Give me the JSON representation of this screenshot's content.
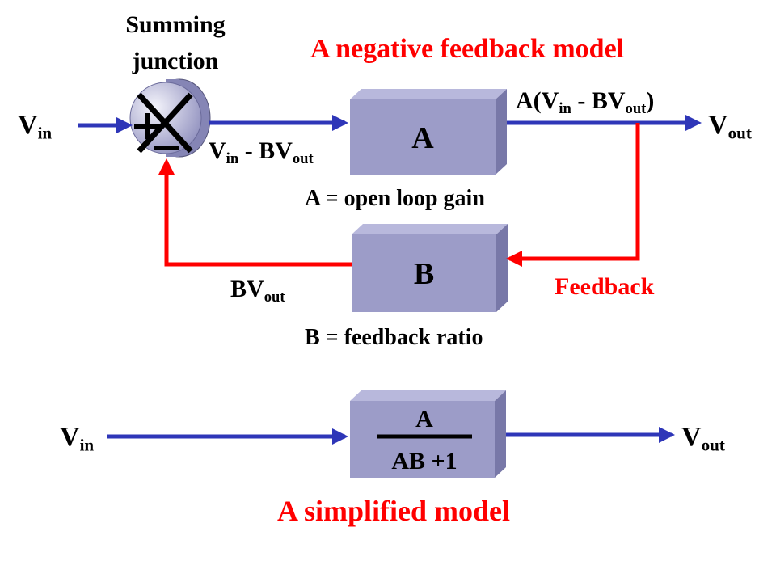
{
  "colors": {
    "forward_arrow": "#2e36b8",
    "feedback_arrow": "#ff0000",
    "title": "#ff0000",
    "block_front": "#9c9cc8",
    "block_side": "#7878a8",
    "block_top": "#b8b8dc"
  },
  "top_model": {
    "title": "A negative feedback model",
    "summing_junction_label_line1": "Summing",
    "summing_junction_label_line2": "junction",
    "vin": {
      "main": "V",
      "sub": "in"
    },
    "error_signal": {
      "p1": "V",
      "s1": "in",
      "p2": " - BV",
      "s2": "out"
    },
    "amp_output": {
      "p1": "A(V",
      "s1": "in",
      "p2": " - BV",
      "s2": "out",
      "p3": ")"
    },
    "vout": {
      "main": "V",
      "sub": "out"
    },
    "block_a_label": "A",
    "block_a_caption": "A = open loop gain",
    "block_b_label": "B",
    "block_b_caption": "B = feedback ratio",
    "feedback_signal": {
      "main": "BV",
      "sub": "out"
    },
    "feedback_label": "Feedback"
  },
  "bottom_model": {
    "title": "A simplified model",
    "vin": {
      "main": "V",
      "sub": "in"
    },
    "vout": {
      "main": "V",
      "sub": "out"
    },
    "numerator": "A",
    "denominator": "AB +1"
  }
}
